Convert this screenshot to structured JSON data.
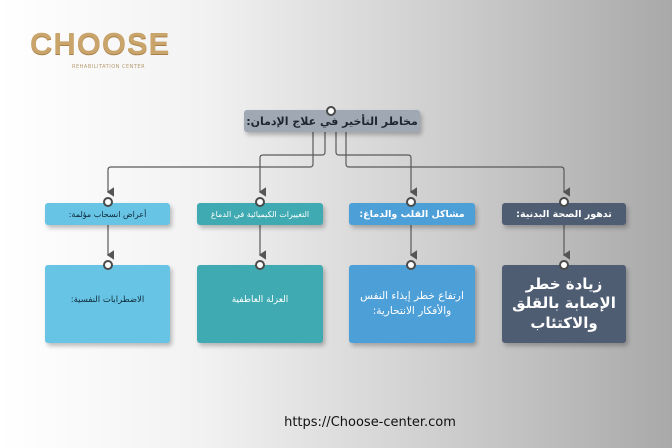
{
  "logo": {
    "text": "CHOOSE",
    "tagline": "REHABILITATION CENTER"
  },
  "root": {
    "label": "مخاطر التأخير في علاج الإدمان:"
  },
  "branches": [
    {
      "label": "تدهور الصحة البدنية:",
      "child": "زيادة خطر الإصابة بالقلق والاكتئاب"
    },
    {
      "label": "مشاكل القلب والدماغ:",
      "child": "ارتفاع خطر إيذاء النفس والأفكار الانتحارية:"
    },
    {
      "label": "التغييرات الكيميائية في الدماغ",
      "child": "العزلة العاطفية"
    },
    {
      "label": "أعراض انسحاب مؤلمة:",
      "child": "الاضطرابات النفسية:"
    }
  ],
  "footer": {
    "url": "https://Choose-center.com"
  },
  "colors": {
    "dark": "#4f5d73",
    "blue": "#4d9fd8",
    "teal": "#3faab1",
    "cyan": "#68c4e4",
    "root": "#9fa8b3",
    "gold": "#c9a46b"
  }
}
